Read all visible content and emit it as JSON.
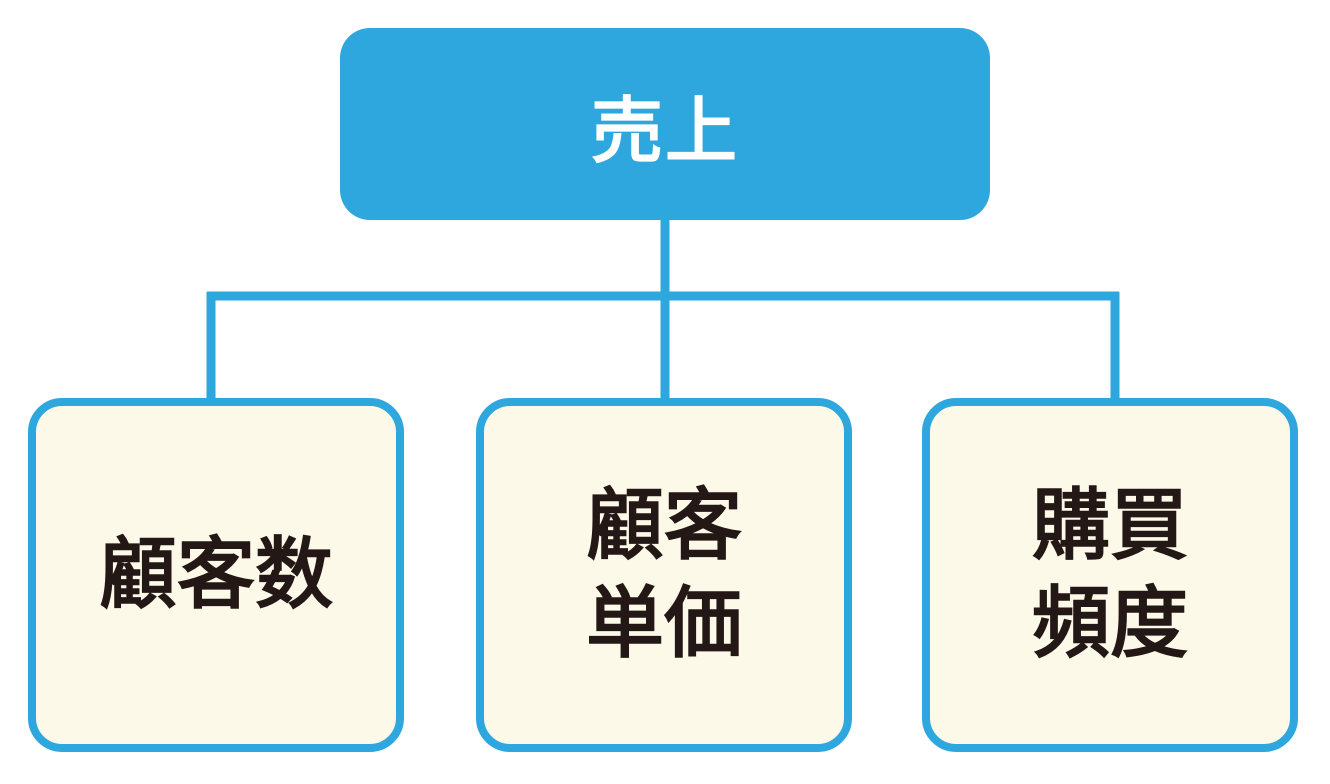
{
  "colors": {
    "primary": "#2ea7de",
    "box_fill": "#fcf9e9",
    "text_dark": "#231815",
    "text_light": "#ffffff"
  },
  "root": {
    "label": "売上"
  },
  "children": [
    {
      "label": "顧客数"
    },
    {
      "label": "顧客\n単価"
    },
    {
      "label": "購買\n頻度"
    }
  ]
}
